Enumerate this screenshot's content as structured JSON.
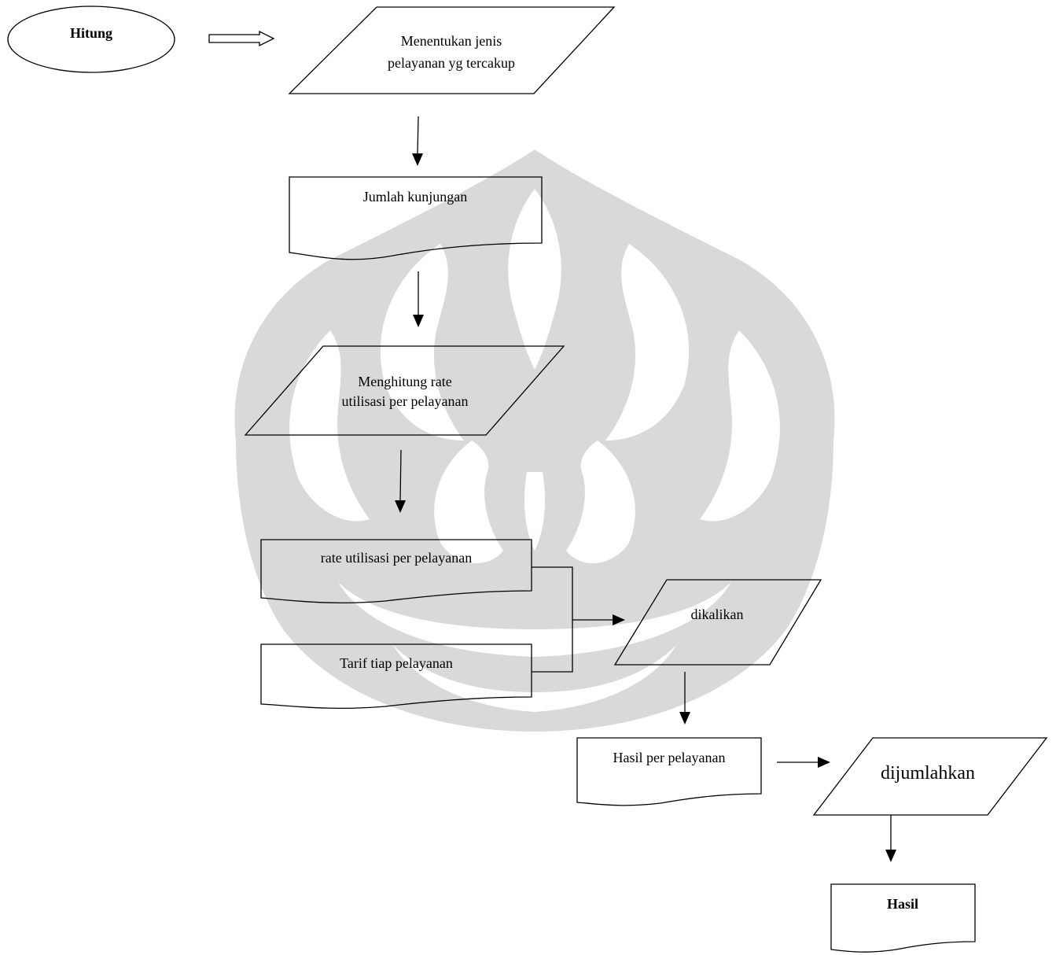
{
  "nodes": {
    "start": {
      "label": "Hitung"
    },
    "step1": {
      "line1": "Menentukan jenis",
      "line2": "pelayanan yg tercakup"
    },
    "step2": {
      "label": "Jumlah kunjungan"
    },
    "step3": {
      "line1": "Menghitung rate",
      "line2": "utilisasi per pelayanan"
    },
    "step4": {
      "label": "rate utilisasi per pelayanan"
    },
    "step5": {
      "label": "Tarif tiap pelayanan"
    },
    "step6": {
      "label": "dikalikan"
    },
    "step7": {
      "label": "Hasil per pelayanan"
    },
    "step8": {
      "label": "dijumlahkan"
    },
    "end": {
      "label": "Hasil"
    }
  },
  "colors": {
    "stroke": "#000000",
    "watermark": "#d9d9d9",
    "background": "#ffffff"
  }
}
